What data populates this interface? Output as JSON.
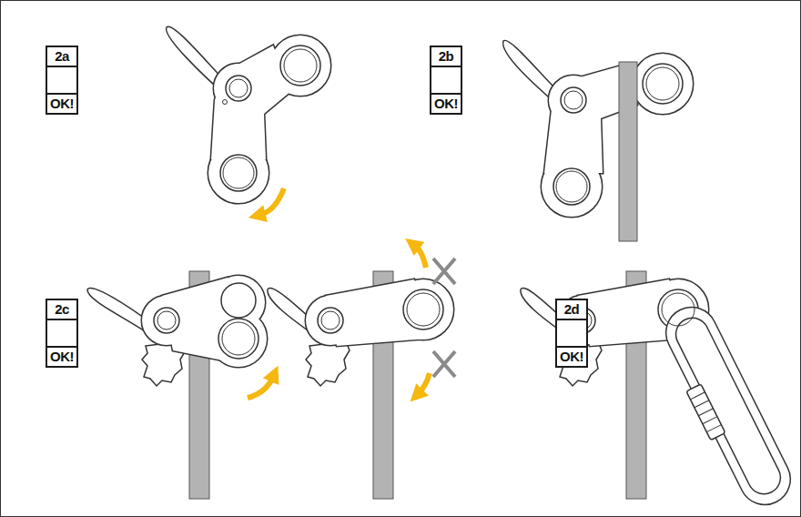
{
  "diagram": {
    "nodes": [
      {
        "text": [
          "2a",
          "OK!"
        ]
      },
      {
        "text": [
          "2b",
          "OK!"
        ]
      },
      {
        "text": [
          "2c",
          "OK!"
        ]
      },
      {
        "text": [
          "2d",
          "OK!"
        ]
      }
    ]
  }
}
